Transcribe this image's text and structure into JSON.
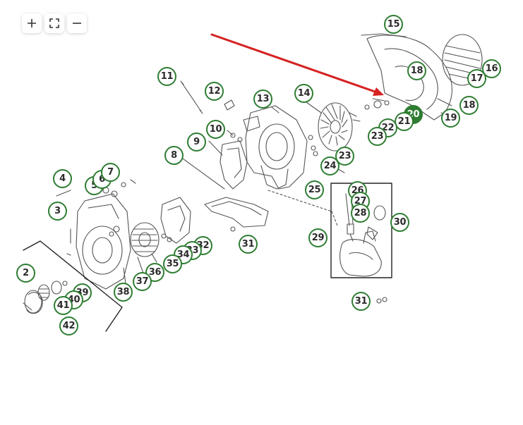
{
  "controls": {
    "zoom_in_icon": "plus-icon",
    "fit_icon": "fullscreen-icon",
    "zoom_out_icon": "minus-icon"
  },
  "colors": {
    "callout_border": "#2e7d32",
    "callout_active": "#2e7d32",
    "arrow": "#d62222",
    "drawing_line": "#555555"
  },
  "callouts": {
    "c15": "15",
    "c16": "16",
    "c17": "17",
    "c18a": "18",
    "c18b": "18",
    "c19": "19",
    "c20": "20",
    "c21": "21",
    "c22": "22",
    "c23a": "23",
    "c23b": "23",
    "c24": "24",
    "c25": "25",
    "c26": "26",
    "c27": "27",
    "c28": "28",
    "c29": "29",
    "c30": "30",
    "c31a": "31",
    "c31b": "31",
    "c32": "32",
    "c33": "33",
    "c34": "34",
    "c35": "35",
    "c36": "36",
    "c37": "37",
    "c38": "38",
    "c39": "39",
    "c40": "40",
    "c41": "41",
    "c42": "42",
    "c2": "2",
    "c3": "3",
    "c4": "4",
    "c5": "5",
    "c6": "6",
    "c7": "7",
    "c8": "8",
    "c9": "9",
    "c10": "10",
    "c11": "11",
    "c12": "12",
    "c13": "13",
    "c14": "14"
  },
  "selected_part": "20"
}
